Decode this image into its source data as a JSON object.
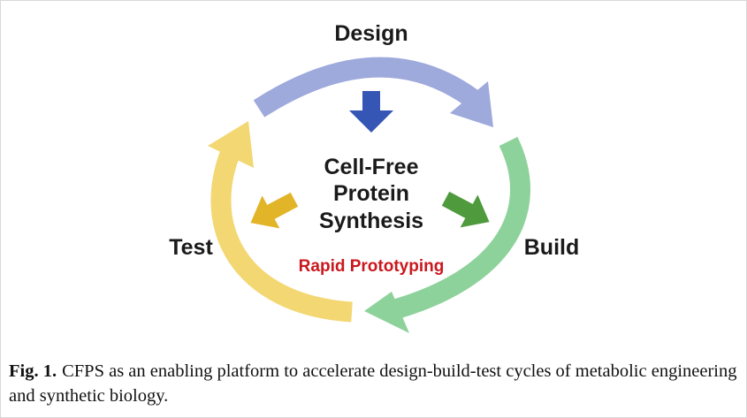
{
  "diagram": {
    "stages": {
      "design": "Design",
      "build": "Build",
      "test": "Test"
    },
    "center_title_lines": [
      "Cell-Free",
      "Protein",
      "Synthesis"
    ],
    "subtitle": "Rapid Prototyping",
    "colors": {
      "design_arc": "#9ea9dc",
      "build_arc": "#8ed29b",
      "test_arc": "#f3d772",
      "down_arrow": "#3556b5",
      "right_arrow": "#4f9a3d",
      "left_arrow": "#e2b427",
      "subtitle": "#c9181e"
    }
  },
  "caption": {
    "figure_number": "Fig. 1.",
    "text": "CFPS as an enabling platform to accelerate design-build-test cycles of metabolic engineering and synthetic biology."
  }
}
